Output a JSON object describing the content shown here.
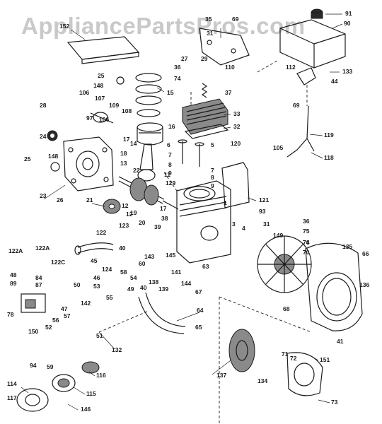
{
  "watermark": "AppliancePartsPros.com",
  "parts": {
    "p1": "1",
    "p3": "3",
    "p4": "4",
    "p5": "5",
    "p6": "6",
    "p7a": "7",
    "p7b": "7",
    "p8a": "8",
    "p8b": "8",
    "p9a": "9",
    "p9b": "9",
    "p11": "11",
    "p12a": "12",
    "p12b": "12",
    "p13": "13",
    "p14": "14",
    "p15": "15",
    "p16": "16",
    "p17": "17",
    "p18": "18",
    "p19": "19",
    "p20": "20",
    "p21": "21",
    "p22": "22",
    "p23": "23",
    "p24": "24",
    "p25a": "25",
    "p25b": "25",
    "p26": "26",
    "p27": "27",
    "p28": "28",
    "p29": "29",
    "p31a": "31",
    "p31b": "31",
    "p32": "32",
    "p33": "33",
    "p35": "35",
    "p36a": "36",
    "p36b": "36",
    "p37": "37",
    "p38": "38",
    "p39": "39",
    "p40a": "40",
    "p40b": "40",
    "p41": "41",
    "p44": "44",
    "p45": "45",
    "p46": "46",
    "p47": "47",
    "p48": "48",
    "p49": "49",
    "p50": "50",
    "p51": "51",
    "p52": "52",
    "p53": "53",
    "p54": "54",
    "p55": "55",
    "p56": "56",
    "p57": "57",
    "p58": "58",
    "p59": "59",
    "p60": "60",
    "p63": "63",
    "p64": "64",
    "p65": "65",
    "p66": "66",
    "p67": "67",
    "p68": "68",
    "p69a": "69",
    "p69b": "69",
    "p70": "70",
    "p71": "71",
    "p72": "72",
    "p73": "73",
    "p74": "74",
    "p75": "75",
    "p76": "76",
    "p78": "78",
    "p84": "84",
    "p87": "87",
    "p89": "89",
    "p90": "90",
    "p91": "91",
    "p93": "93",
    "p94": "94",
    "p97": "97",
    "p105": "105",
    "p106a": "106",
    "p106b": "106",
    "p107": "107",
    "p108": "108",
    "p109": "109",
    "p110": "110",
    "p112": "112",
    "p114": "114",
    "p115": "115",
    "p116": "116",
    "p117": "117",
    "p118": "118",
    "p119": "119",
    "p120": "120",
    "p121": "121",
    "p122": "122",
    "p122a1": "122A",
    "p122a2": "122A",
    "p122c": "122C",
    "p123": "123",
    "p124": "124",
    "p129": "129",
    "p132": "132",
    "p133": "133",
    "p134": "134",
    "p135": "135",
    "p136": "136",
    "p137": "137",
    "p138": "138",
    "p139": "139",
    "p141": "141",
    "p142": "142",
    "p143": "143",
    "p144": "144",
    "p145": "145",
    "p146": "146",
    "p148a": "148",
    "p148b": "148",
    "p149": "149",
    "p150": "150",
    "p151": "151",
    "p152": "152"
  }
}
